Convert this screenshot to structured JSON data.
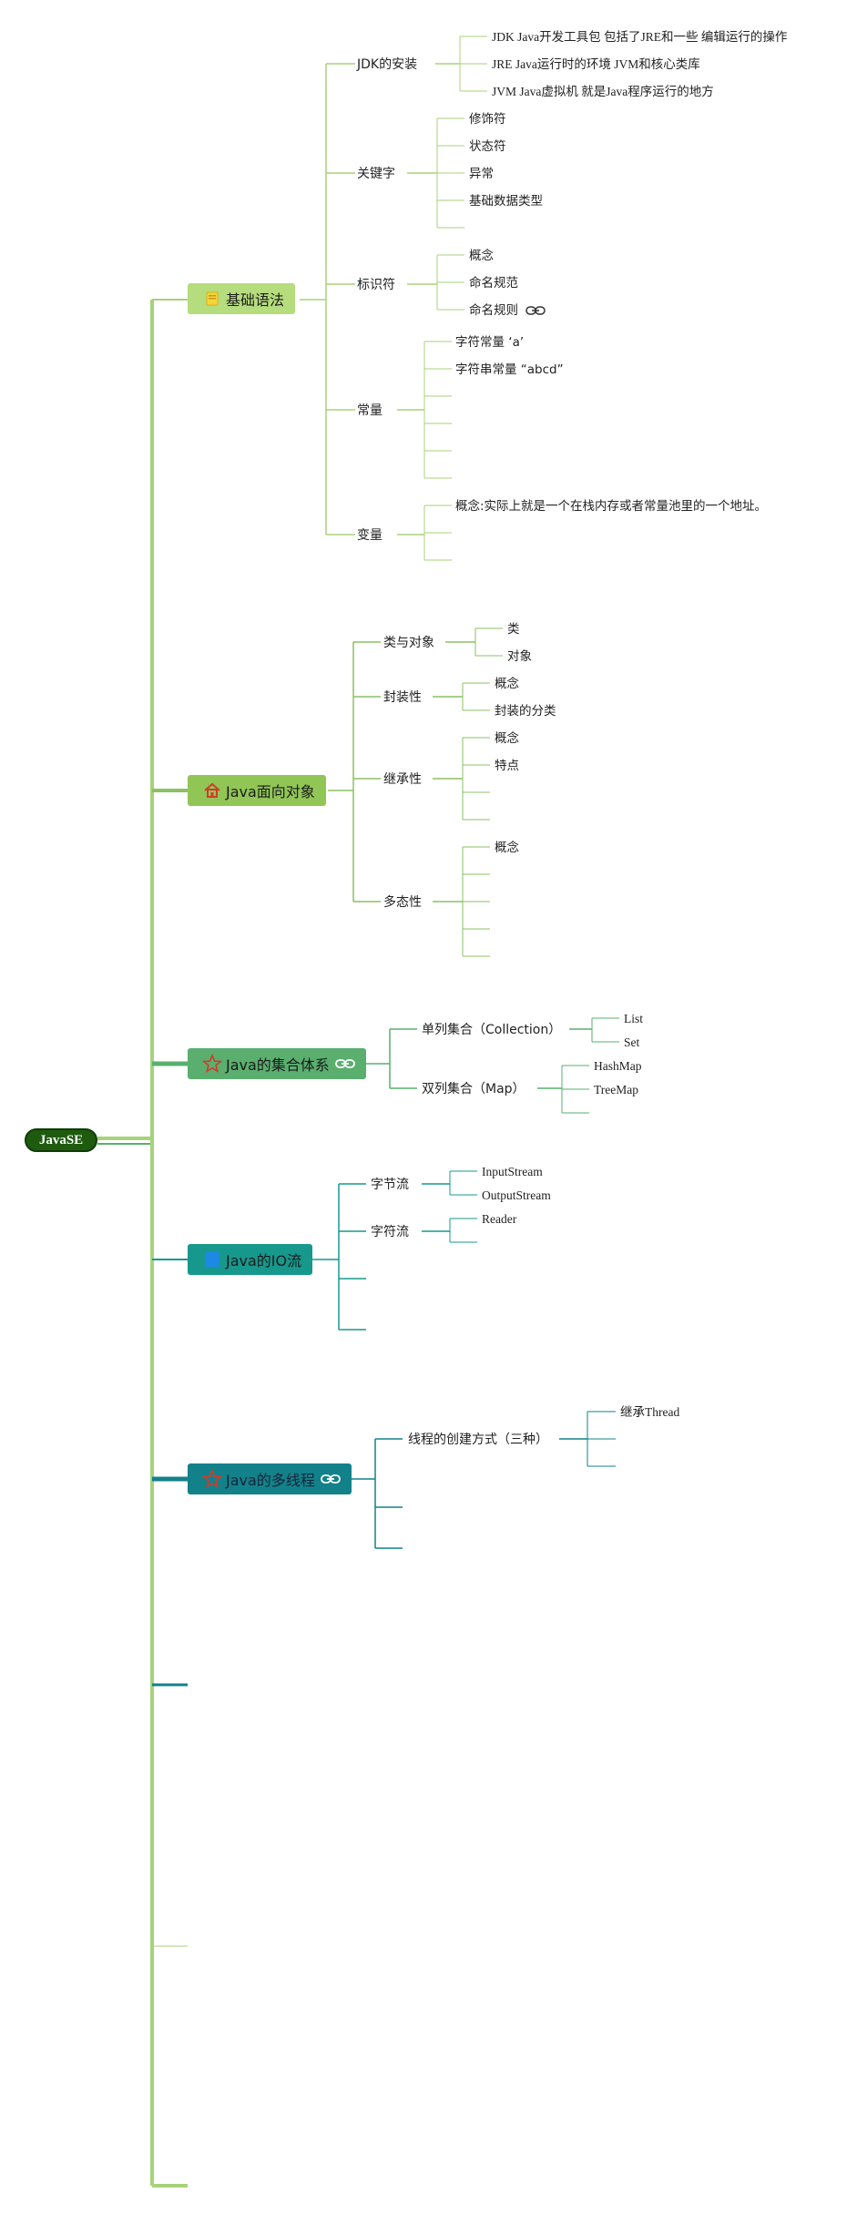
{
  "root": {
    "label": "JavaSE"
  },
  "topics": [
    {
      "label": "基础语法",
      "icon": "pin-icon",
      "color": "#b5dc7d",
      "children": [
        {
          "label": "JDK的安装",
          "children": [
            "JDK  Java开发工具包 包括了JRE和一些 编辑运行的操作",
            "JRE Java运行时的环境 JVM和核心类库",
            "JVM Java虚拟机 就是Java程序运行的地方"
          ]
        },
        {
          "label": "关键字",
          "children": [
            "修饰符",
            "状态符",
            "异常",
            "基础数据类型",
            ""
          ]
        },
        {
          "label": "标识符",
          "children": [
            "概念",
            "命名规范",
            "命名规则"
          ]
        },
        {
          "label": "常量",
          "children": [
            "字符常量 ‘a’",
            "字符串常量 “abcd”",
            "",
            "",
            "",
            ""
          ]
        },
        {
          "label": "变量",
          "children": [
            "概念:实际上就是一个在栈内存或者常量池里的一个地址。",
            "",
            ""
          ]
        }
      ]
    },
    {
      "label": "Java面向对象",
      "icon": "house-icon",
      "color": "#91c657",
      "children": [
        {
          "label": "类与对象",
          "children": [
            "类",
            "对象"
          ]
        },
        {
          "label": "封装性",
          "children": [
            "概念",
            "封装的分类"
          ]
        },
        {
          "label": "继承性",
          "children": [
            "概念",
            "特点",
            "",
            ""
          ]
        },
        {
          "label": "多态性",
          "children": [
            "概念",
            "",
            "",
            "",
            ""
          ]
        }
      ]
    },
    {
      "label": "Java的集合体系",
      "icon": "star-icon",
      "color": "#5aaf6f",
      "children": [
        {
          "label": "单列集合（Collection）",
          "children": [
            "List",
            "Set"
          ]
        },
        {
          "label": "双列集合（Map）",
          "children": [
            "HashMap",
            "TreeMap",
            ""
          ]
        }
      ]
    },
    {
      "label": "Java的IO流",
      "icon": "square-icon",
      "color": "#17988d",
      "children": [
        {
          "label": "字节流",
          "children": [
            "InputStream",
            "OutputStream"
          ]
        },
        {
          "label": "字符流",
          "children": [
            "Reader",
            ""
          ]
        },
        {
          "label": "",
          "children": []
        },
        {
          "label": "",
          "children": []
        }
      ]
    },
    {
      "label": "Java的多线程",
      "icon": "star-icon",
      "color": "#12818a",
      "children": [
        {
          "label": "线程的创建方式（三种）",
          "children": [
            "继承Thread",
            "",
            ""
          ]
        },
        {
          "label": "",
          "children": []
        },
        {
          "label": "",
          "children": []
        }
      ]
    }
  ],
  "colors": {
    "root": "#1e5b0f",
    "branch_light": "#a8d27a",
    "branch_mid": "#8cc063",
    "branch_green": "#5aaf6f",
    "branch_teal": "#17988d",
    "branch_dark_teal": "#12818a",
    "link_icon": "#ffffff"
  }
}
